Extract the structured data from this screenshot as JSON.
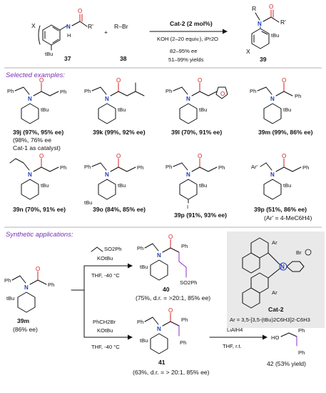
{
  "scheme": {
    "reagents": {
      "sm1_id": "37",
      "sm2_formula": "R–Br",
      "sm2_id": "38",
      "sm1_substituent": "X",
      "sm1_rprime": "R'",
      "sm1_tbu": "tBu",
      "catalyst_line": "Cat-2 (2 mol%)",
      "base_line": "KOH (2–20 equiv.), iPr2O",
      "ee_line": "82–95% ee",
      "yield_line": "51–99% yields",
      "product_id": "39",
      "plus": "+"
    },
    "selected_header": "Selected examples:",
    "examples": [
      {
        "id": "39j",
        "line1": "39j (97%, 95% ee)",
        "line2": "(98%, 76% ee",
        "line3": "Cat-1 as catalyst)"
      },
      {
        "id": "39k",
        "line1": "39k (99%, 92% ee)"
      },
      {
        "id": "39l",
        "line1": "39l (70%, 91% ee)"
      },
      {
        "id": "39m",
        "line1": "39m (99%, 86% ee)"
      },
      {
        "id": "39n",
        "line1": "39n (70%, 91% ee)"
      },
      {
        "id": "39o",
        "line1": "39o (84%, 85% ee)"
      },
      {
        "id": "39p",
        "line1": "39p (91%, 93% ee)"
      },
      {
        "id": "39p2",
        "line1": "39p (51%, 86% ee)",
        "line2": "(Ar' = 4-MeC6H4)"
      }
    ],
    "synthetic_header": "Synthetic applications:",
    "applications": {
      "start_id": "39m",
      "start_ee": "(86% ee)",
      "top_reagent1": "SO2Ph",
      "top_reagent2": "KOtBu",
      "top_conditions": "THF, -40 °C",
      "product40_id": "40",
      "product40_result": "(75%, d.r. = >20:1, 85% ee)",
      "bottom_reagent1": "PhCH2Br",
      "bottom_reagent2": "KOtBu",
      "bottom_conditions": "THF, -40 °C",
      "product41_id": "41",
      "product41_result": "(63%, d.r. = > 20:1, 85% ee)",
      "reduction_reagent": "LiAlH4",
      "reduction_conditions": "THF, r.t.",
      "product42_label": "42 (53% yield)"
    },
    "catalyst": {
      "name": "Cat-2",
      "ar_def": "Ar = 3,5-[3,5-(tBu)2C6H3]2-C6H3",
      "counterion": "Br",
      "ar": "Ar"
    },
    "colors": {
      "nitrogen": "#1f3fbf",
      "oxygen": "#d21f1f",
      "header": "#7a2fb8",
      "new_bond": "#8e2fc0"
    }
  }
}
